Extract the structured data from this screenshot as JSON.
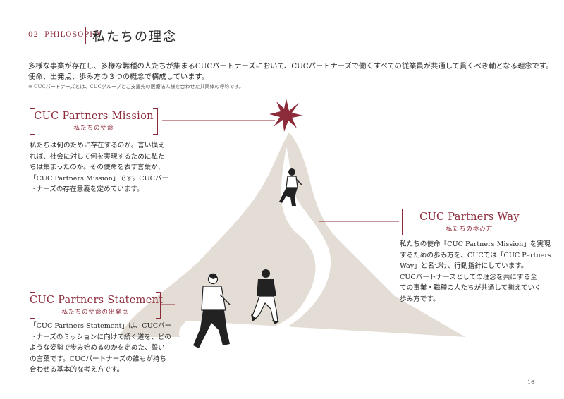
{
  "header": {
    "section_number": "02",
    "section_label": "PHILOSOPHY",
    "title": "私たちの理念"
  },
  "intro": {
    "line1": "多様な事業が存在し、多様な職種の人たちが集まるCUCパートナーズにおいて、CUCパートナーズで働くすべての従業員が共通して貫くべき軸となる理念です。",
    "line2": "使命、出発点、歩み方の３つの概念で構成しています。",
    "note": "※ CUCパートナーズとは、CUCグループとご支援先の医療法人様を合わせた共同体の呼称です。"
  },
  "mission": {
    "title": "CUC Partners Mission",
    "subtitle": "私たちの使命",
    "lines": [
      "私たちは何のために存在するのか。言い換え",
      "れば、社会に対して何を実現するために私た",
      "ちは集まったのか。その使命を表す言葉が、",
      "「CUC Partners Mission」です。CUCパー",
      "トナーズの存在意義を定めています。"
    ]
  },
  "way": {
    "title": "CUC Partners Way",
    "subtitle": "私たちの歩み方",
    "lines": [
      "私たちの使命「CUC Partners Mission」を実現",
      "するための歩み方を、CUCでは「CUC Partners",
      "Way」と名づけ、行動指針にしています。",
      "CUCパートナーズとしての理念を共にする全",
      "ての事業・職種の人たちが共通して揃えていく",
      "歩み方です。"
    ]
  },
  "statement": {
    "title": "CUC Partners Statement",
    "subtitle": "私たちの使命の出発点",
    "lines": [
      "「CUC Partners Statement」は、CUCパー",
      "トナーズのミッションに向けて続く道を、どの",
      "ような姿勢で歩み始めるのかを定めた、誓い",
      "の言葉です。CUCパートナーズの誰もが持ち",
      "合わせる基本的な考え方です。"
    ]
  },
  "page_number": "16",
  "colors": {
    "accent": "#8c2b3a",
    "mountain": "#e3ddd6",
    "text": "#2a2a2a"
  }
}
